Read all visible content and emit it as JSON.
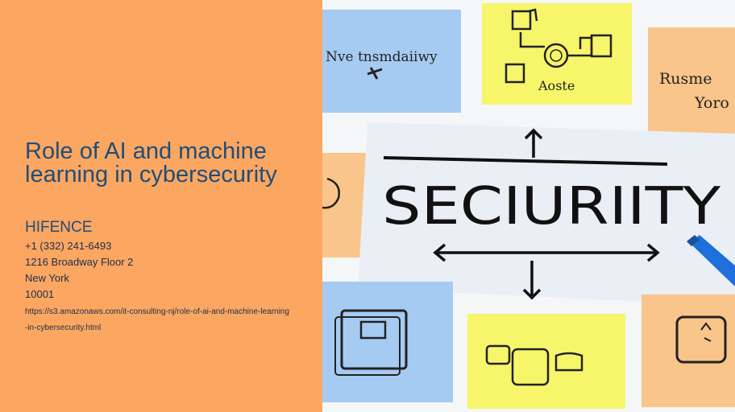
{
  "page": {
    "title": "Role of AI and machine learning in cybersecurity",
    "company": "HIFENCE",
    "phone": "+1 (332) 241-6493",
    "street": "1216 Broadway Floor 2",
    "city": "New York",
    "zip": "10001",
    "url": "https://s3.amazonaws.com/it-consulting-nj/role-of-ai-and-machine-learning-in-cybersecurity.html"
  },
  "image": {
    "main_word": "SECIURIITY",
    "note_top_left": "Nve tnsmdaiiwy",
    "note_top_center": "Aoste",
    "note_right_line1": "Rusme",
    "note_right_line2": "Yoro"
  },
  "colors": {
    "panel": "#fba661",
    "title": "#1f4e79",
    "note_blue": "#a6cbf2",
    "note_yellow": "#f7f56a",
    "note_orange": "#f9c58a"
  }
}
